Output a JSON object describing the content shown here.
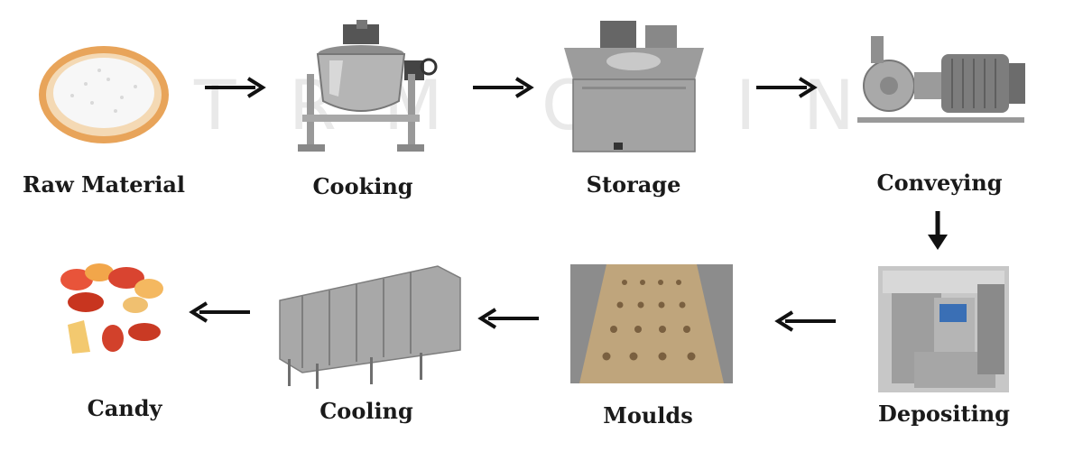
{
  "diagram": {
    "watermark_letters": [
      "T",
      "R",
      "M",
      "O",
      "C",
      "I",
      "N"
    ],
    "steps": [
      {
        "label": "Raw Material",
        "icon": "sugar-bowl"
      },
      {
        "label": "Cooking",
        "icon": "jacketed-kettle"
      },
      {
        "label": "Storage",
        "icon": "storage-tank"
      },
      {
        "label": "Conveying",
        "icon": "pump-motor"
      },
      {
        "label": "Depositing",
        "icon": "depositor-machine"
      },
      {
        "label": "Moulds",
        "icon": "mould-tray"
      },
      {
        "label": "Cooling",
        "icon": "cooling-tunnel"
      },
      {
        "label": "Candy",
        "icon": "gummy-candies"
      }
    ],
    "colors": {
      "text": "#1a1a1a",
      "arrow": "#111111",
      "steel": "#9a9a9a",
      "watermark": "#e9e9e9"
    }
  }
}
